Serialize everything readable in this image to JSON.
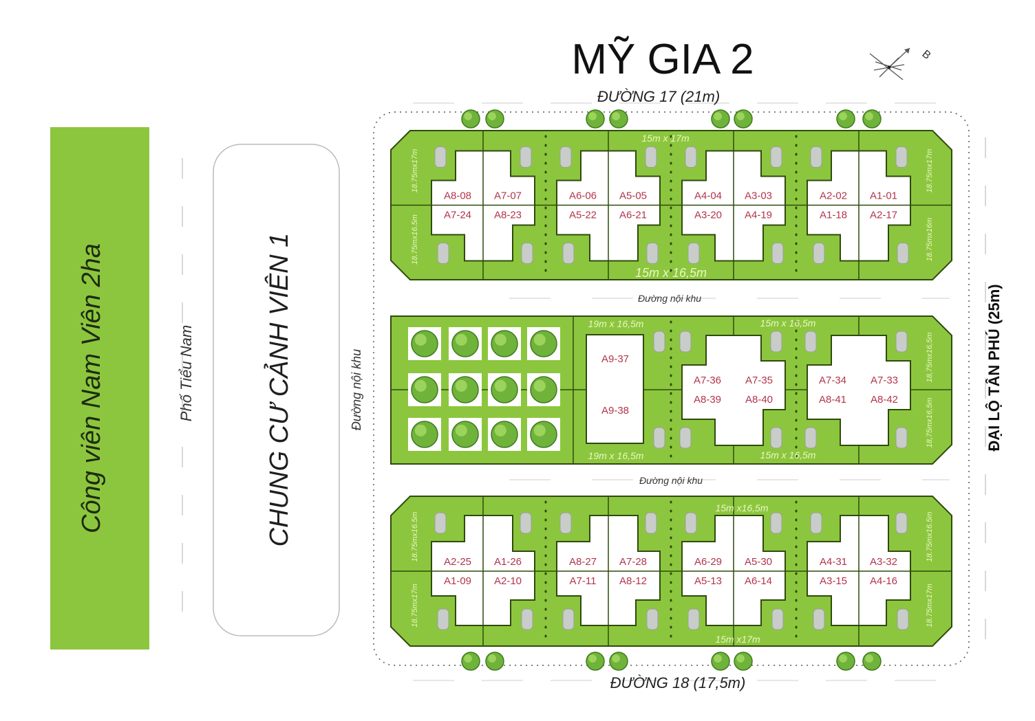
{
  "title": "MỸ GIA 2",
  "compass_label": "B",
  "roads": {
    "north": "ĐƯỜNG 17 (21m)",
    "south": "ĐƯỜNG 18 (17,5m)",
    "east": "ĐẠI LỘ TÂN PHÚ (25m)",
    "west_street": "Phố Tiểu Nam",
    "internal_vertical": "Đường nội khu",
    "internal_1": "Đường nội khu",
    "internal_2": "Đường nội khu"
  },
  "landmarks": {
    "park": "Công viên Nam Viên 2ha",
    "apartment": "CHUNG CƯ CẢNH VIÊN 1"
  },
  "colors": {
    "green": "#8cc63e",
    "outline": "#2f4a0c",
    "lot_text": "#b2344a"
  },
  "blocks": {
    "top": {
      "lots_upper": [
        "A8-08",
        "A7-07",
        "A6-06",
        "A5-05",
        "A4-04",
        "A3-03",
        "A2-02",
        "A1-01"
      ],
      "lots_lower": [
        "A7-24",
        "A8-23",
        "A5-22",
        "A6-21",
        "A3-20",
        "A4-19",
        "A1-18",
        "A2-17"
      ],
      "dim_top": "15m x 17m",
      "dim_bottom": "15m x 16,5m",
      "left_upper": "18.75mx17m",
      "left_lower": "18.75mx16.5m",
      "right_upper": "18.75mx17m",
      "right_lower": "18.75mx16m"
    },
    "middle": {
      "a9_upper": "A9-37",
      "a9_lower": "A9-38",
      "lots_upper": [
        "A7-36",
        "A7-35",
        "A7-34",
        "A7-33"
      ],
      "lots_lower": [
        "A8-39",
        "A8-40",
        "A8-41",
        "A8-42"
      ],
      "dim_a9_top": "19m x 16,5m",
      "dim_a9_bottom": "19m x 16,5m",
      "dim_top": "15m x 16,5m",
      "dim_bottom": "15m x 16,5m",
      "right_upper": "18,75mx16,5m",
      "right_lower": "18,75mx16,5m"
    },
    "bottom": {
      "lots_upper": [
        "A2-25",
        "A1-26",
        "A8-27",
        "A7-28",
        "A6-29",
        "A5-30",
        "A4-31",
        "A3-32"
      ],
      "lots_lower": [
        "A1-09",
        "A2-10",
        "A7-11",
        "A8-12",
        "A5-13",
        "A6-14",
        "A3-15",
        "A4-16"
      ],
      "dim_top": "15m x16,5m",
      "dim_bottom": "15m x17m",
      "left_upper": "18.75mx16.5m",
      "left_lower": "18.75mx17m",
      "right_upper": "18.75mx16.5m",
      "right_lower": "18.75mx17m"
    }
  }
}
